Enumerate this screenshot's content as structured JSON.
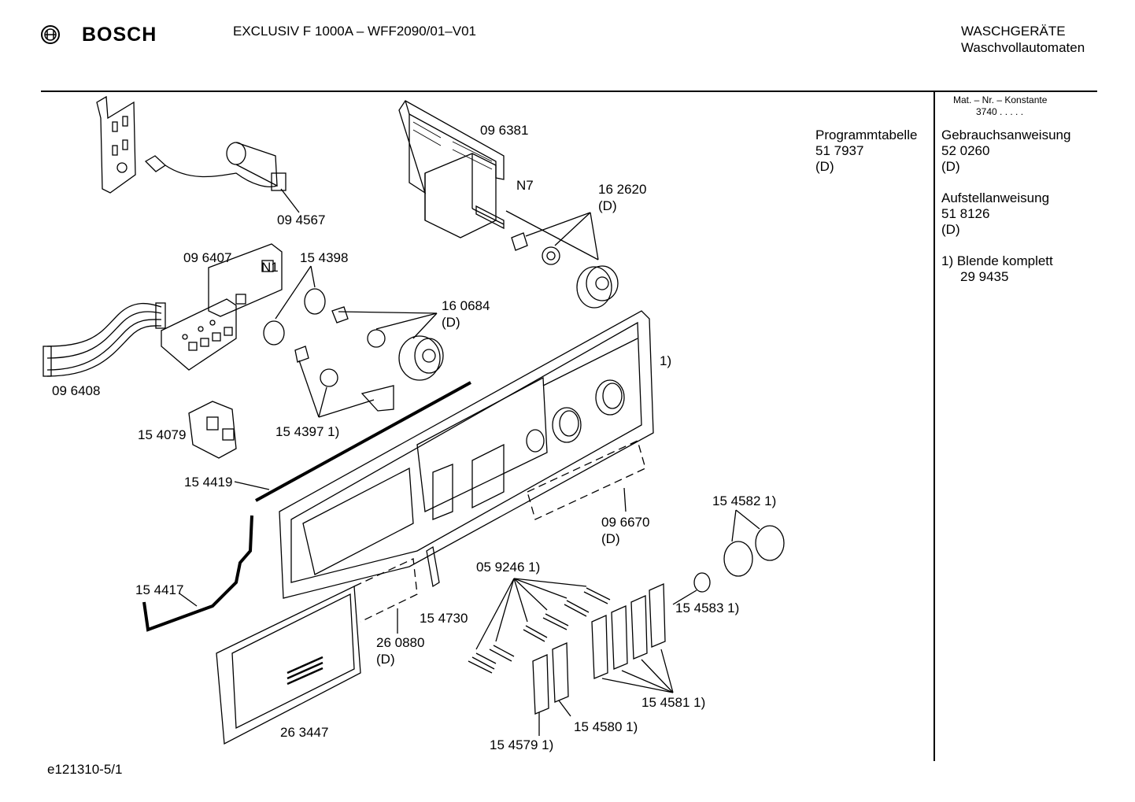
{
  "header": {
    "brand": "BOSCH",
    "model": "EXCLUSIV F 1000A – WFF2090/01–V01",
    "category": "WASCHGERÄTE",
    "subcategory": "Waschvollautomaten"
  },
  "sidebar": {
    "mat_header": "Mat. – Nr. – Konstante",
    "mat_value": "3740  .  .  .  .  .",
    "programm_label": "Programmtabelle",
    "programm_number": "51 7937",
    "programm_lang": "(D)",
    "gebrauch_label": "Gebrauchsanweisung",
    "gebrauch_number": "52 0260",
    "gebrauch_lang": "(D)",
    "aufstell_label": "Aufstellanweisung",
    "aufstell_number": "51 8126",
    "aufstell_lang": "(D)",
    "blende_label": "1) Blende komplett",
    "blende_number": "29 9435"
  },
  "parts": {
    "p096381": "09 6381",
    "pN7": "N7",
    "p094567": "09 4567",
    "p162620": "16 2620",
    "p162620d": "(D)",
    "p096407": "09 6407",
    "pN1": "N1",
    "p154398": "15 4398",
    "p160684": "16 0684",
    "p160684d": "(D)",
    "p096408": "09 6408",
    "p1": "1)",
    "p154079": "15 4079",
    "p154397": "15 4397 1)",
    "p154419": "15 4419",
    "p154582": "15 4582 1)",
    "p096670": "09 6670",
    "p096670d": "(D)",
    "p059246": "05 9246 1)",
    "p154417": "15 4417",
    "p154583": "15 4583 1)",
    "p154730": "15 4730",
    "p260880": "26 0880",
    "p260880d": "(D)",
    "p154581": "15 4581 1)",
    "p154580": "15 4580 1)",
    "p263447": "26 3447",
    "p154579": "15 4579 1)"
  },
  "footer": {
    "code": "e121310-5/1"
  }
}
